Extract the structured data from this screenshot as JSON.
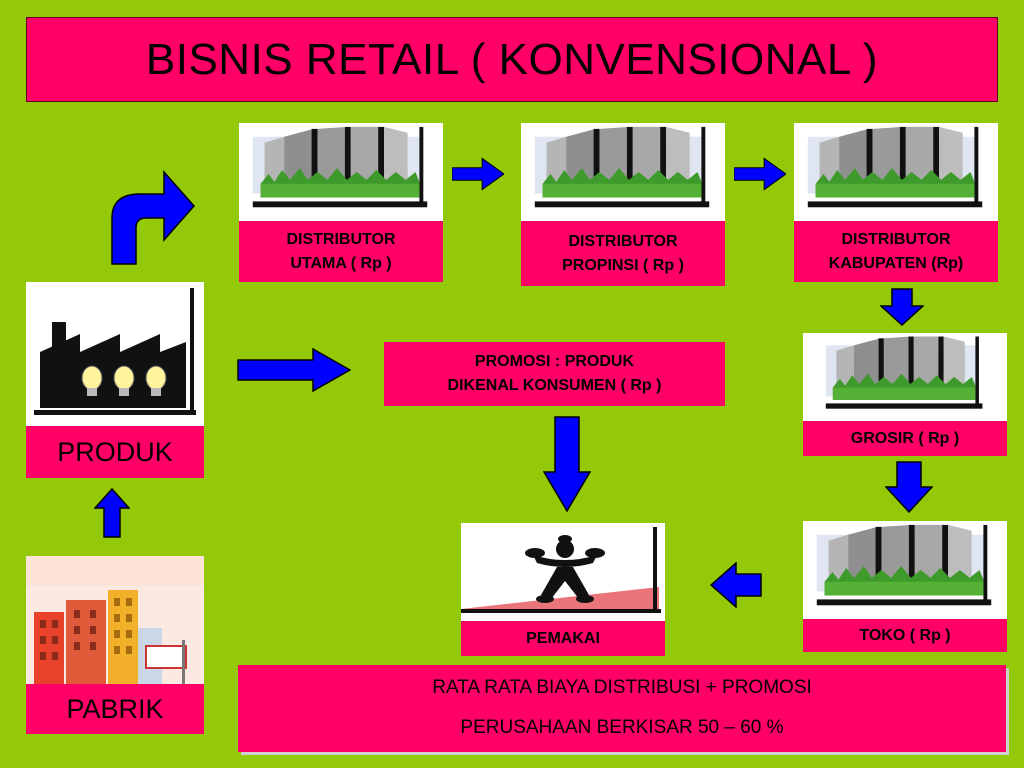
{
  "title": "BISNIS RETAIL ( KONVENSIONAL )",
  "nodes": {
    "distributor_utama": "DISTRIBUTOR\nUTAMA ( Rp )",
    "distributor_propinsi": "DISTRIBUTOR\nPROPINSI ( Rp )",
    "distributor_kabupaten": "DISTRIBUTOR\nKABUPATEN (Rp)",
    "promosi": "PROMOSI : PRODUK\nDIKENAL KONSUMEN ( Rp )",
    "grosir": "GROSIR ( Rp )",
    "toko": "TOKO ( Rp )",
    "pemakai": "PEMAKAI",
    "produk": "PRODUK",
    "pabrik": "PABRIK"
  },
  "footer": {
    "line1": "RATA RATA BIAYA DISTRIBUSI + PROMOSI",
    "line2": "PERUSAHAAN  BERKISAR 50 – 60 %"
  },
  "colors": {
    "background": "#94c90a",
    "label_box": "#ff0066",
    "arrow": "#0000ff"
  },
  "icons": [
    "warehouse-icon",
    "factory-bulbs-icon",
    "city-buildings-icon",
    "consumer-figure-icon",
    "arrow-icon"
  ]
}
